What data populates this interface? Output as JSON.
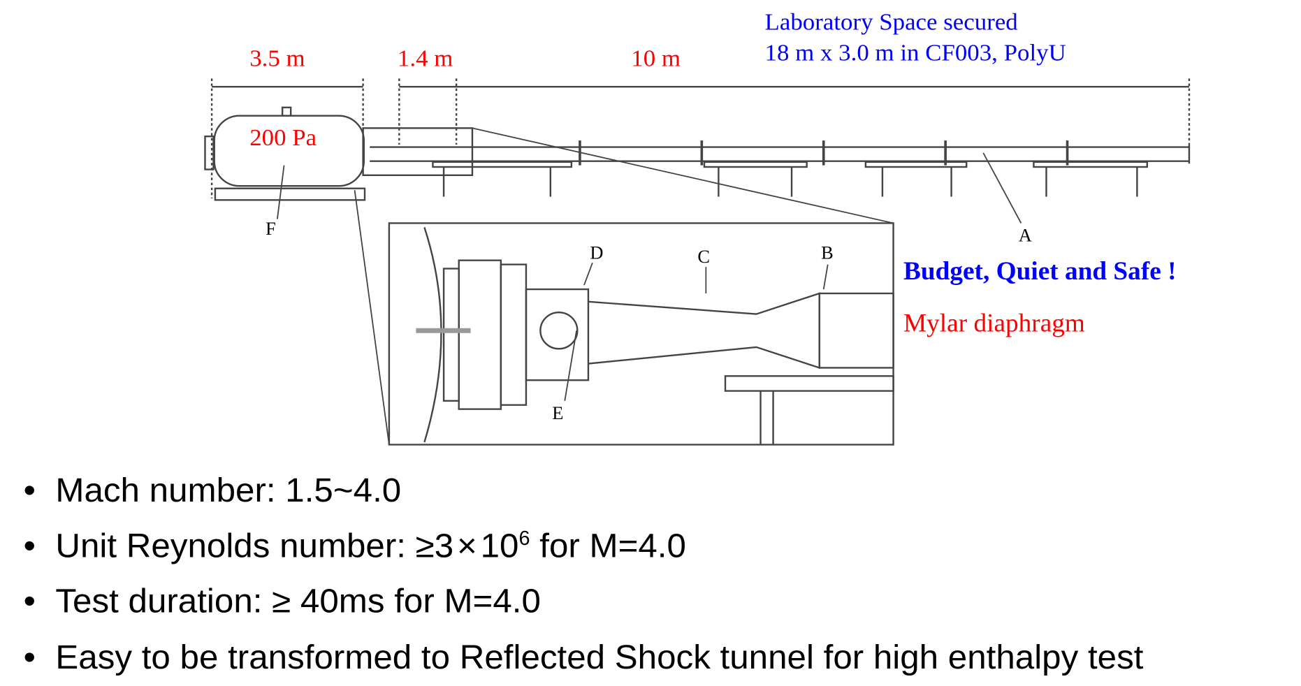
{
  "diagram": {
    "lab_space_line1": "Laboratory Space secured",
    "lab_space_line2": "18 m x 3.0 m in CF003, PolyU",
    "dim_driver": "3.5 m",
    "dim_middle": "1.4 m",
    "dim_tube": "10 m",
    "tank_pressure": "200 Pa",
    "label_a": "A",
    "label_b": "B",
    "label_c": "C",
    "label_d": "D",
    "label_e": "E",
    "label_f": "F",
    "slogan": "Budget, Quiet and Safe !",
    "diaphragm": "Mylar diaphragm"
  },
  "bullets": {
    "mach": "Mach number: 1.5~4.0",
    "reynolds_pre": "Unit Reynolds number: ≥3",
    "reynolds_times": "×",
    "reynolds_base": "10",
    "reynolds_exp": "6",
    "reynolds_post": " for M=4.0",
    "duration": "Test duration: ≥ 40ms for M=4.0",
    "reflected": "Easy to be transformed to Reflected Shock tunnel for high enthalpy test"
  }
}
